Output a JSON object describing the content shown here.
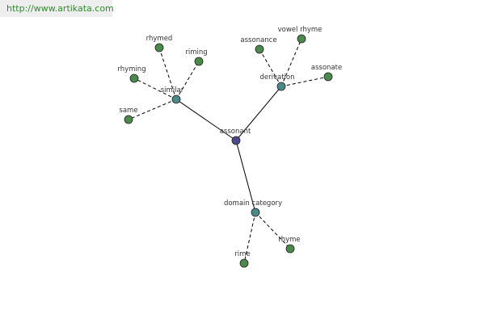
{
  "header": {
    "url": "http://www.artikata.com"
  },
  "colors": {
    "center_node": "#4a4a8a",
    "hub_node": "#4a8a8a",
    "leaf_node": "#4a8a4a",
    "edge": "#000000",
    "url_text": "#2e8b2e"
  },
  "graph": {
    "center": "assonant",
    "hubs": [
      "similar",
      "derivation",
      "domain category"
    ],
    "leaves": [
      "rhymed",
      "riming",
      "rhyming",
      "same",
      "assonance",
      "vowel rhyme",
      "assonate",
      "rime",
      "rhyme"
    ],
    "edges": [
      {
        "from": "assonant",
        "to": "similar",
        "style": "solid"
      },
      {
        "from": "assonant",
        "to": "derivation",
        "style": "solid"
      },
      {
        "from": "assonant",
        "to": "domain category",
        "style": "solid"
      },
      {
        "from": "similar",
        "to": "rhymed",
        "style": "dashed"
      },
      {
        "from": "similar",
        "to": "riming",
        "style": "dashed"
      },
      {
        "from": "similar",
        "to": "rhyming",
        "style": "dashed"
      },
      {
        "from": "similar",
        "to": "same",
        "style": "dashed"
      },
      {
        "from": "derivation",
        "to": "assonance",
        "style": "dashed"
      },
      {
        "from": "derivation",
        "to": "vowel rhyme",
        "style": "dashed"
      },
      {
        "from": "derivation",
        "to": "assonate",
        "style": "dashed"
      },
      {
        "from": "domain category",
        "to": "rime",
        "style": "dashed"
      },
      {
        "from": "domain category",
        "to": "rhyme",
        "style": "dashed"
      }
    ]
  }
}
